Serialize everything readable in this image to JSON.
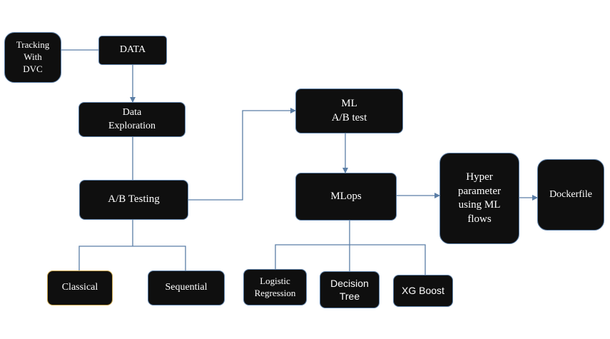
{
  "diagram": {
    "nodes": {
      "tracking": "Tracking\nWith\nDVC",
      "data": "DATA",
      "exploration": "Data\nExploration",
      "ab_testing": "A/B Testing",
      "classical": "Classical",
      "sequential": "Sequential",
      "ml_ab": "ML\nA/B test",
      "mlops": "MLops",
      "logistic": "Logistic\nRegression",
      "decision_tree": "Decision\nTree",
      "xgboost": "XG Boost",
      "hyper": "Hyper\nparameter\nusing ML\nflows",
      "dockerfile": "Dockerfile"
    },
    "colors": {
      "node_fill": "#0f0f0f",
      "node_text": "#ffffff",
      "connector": "#5b7ea6",
      "classical_border": "#c9a54a"
    }
  }
}
